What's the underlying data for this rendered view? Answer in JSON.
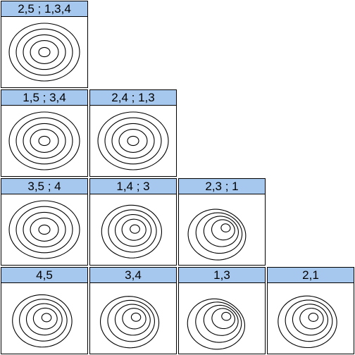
{
  "line_color": "#000000",
  "header_color": "#a6c8ee",
  "rows": [
    {
      "panels": [
        {
          "label": "2,5 ; 1,3,4",
          "contour_shape": "concentric-circles",
          "skew": 0
        }
      ]
    },
    {
      "panels": [
        {
          "label": "1,5 ; 3,4",
          "contour_shape": "concentric-circles",
          "skew": 0
        },
        {
          "label": "2,4 ; 1,3",
          "contour_shape": "concentric-circles",
          "skew": 0
        }
      ]
    },
    {
      "panels": [
        {
          "label": "3,5 ; 4",
          "contour_shape": "concentric-circles",
          "skew": 0
        },
        {
          "label": "1,4 ; 3",
          "contour_shape": "skewed-contours",
          "skew": 0.3
        },
        {
          "label": "2,3 ; 1",
          "contour_shape": "skewed-contours",
          "skew": 0.85
        }
      ]
    },
    {
      "panels": [
        {
          "label": "4,5",
          "contour_shape": "skewed-contours",
          "skew": 0.4
        },
        {
          "label": "3,4",
          "contour_shape": "skewed-contours",
          "skew": 0.6
        },
        {
          "label": "1,3",
          "contour_shape": "skewed-contours",
          "skew": 1.0
        },
        {
          "label": "2,1",
          "contour_shape": "skewed-contours",
          "skew": 0.55
        }
      ]
    }
  ]
}
